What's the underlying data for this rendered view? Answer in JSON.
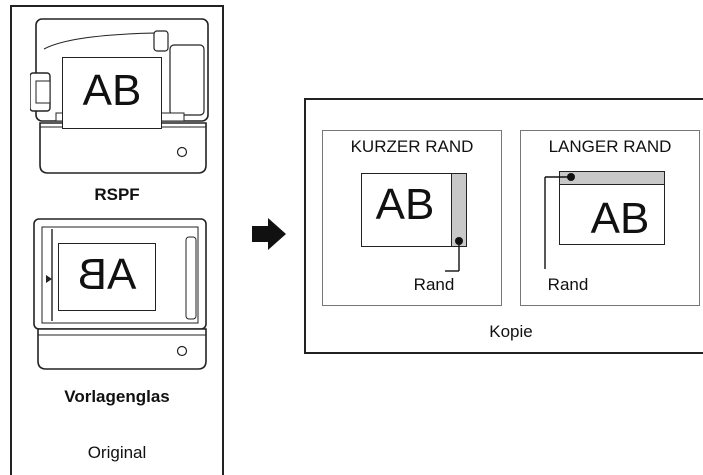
{
  "original": {
    "rspf_label": "RSPF",
    "glass_label": "Vorlagenglas",
    "footer_label": "Original",
    "rspf_doc_text": "AB",
    "glass_doc_text": "AB"
  },
  "copy": {
    "footer_label": "Kopie",
    "short_edge": {
      "title": "KURZER RAND",
      "doc_text": "AB",
      "margin_label": "Rand"
    },
    "long_edge": {
      "title": "LANGER RAND",
      "doc_text": "AB",
      "margin_label": "Rand"
    }
  },
  "colors": {
    "margin_fill": "#c8c8c8",
    "outline": "#222222"
  }
}
